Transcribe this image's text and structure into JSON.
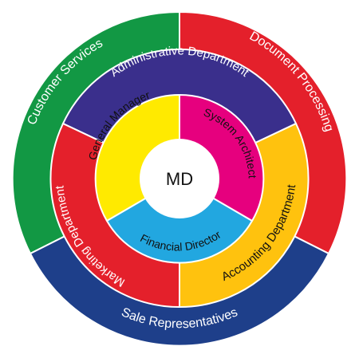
{
  "center": {
    "label": "MD",
    "color": "#ffffff"
  },
  "inner_ring": [
    {
      "label": "General Manager",
      "color": "#ffea00",
      "text_color": "#111111"
    },
    {
      "label": "System Architect",
      "color": "#e6007e",
      "text_color": "#111111"
    },
    {
      "label": "Financial Director",
      "color": "#22a7e0",
      "text_color": "#111111"
    }
  ],
  "middle_ring": [
    {
      "label": "Administrative Department",
      "color": "#3a2f8c",
      "text_color": "#ffffff"
    },
    {
      "label": "Accounting Department",
      "color": "#ffc20e",
      "text_color": "#111111"
    },
    {
      "label": "Marketing Department",
      "color": "#e4202b",
      "text_color": "#ffffff"
    }
  ],
  "outer_ring": [
    {
      "label": "Customer Services",
      "color": "#129844",
      "text_color": "#ffffff"
    },
    {
      "label": "Document Processing",
      "color": "#e4202b",
      "text_color": "#ffffff"
    },
    {
      "label": "Sale Representatives",
      "color": "#1e3f8a",
      "text_color": "#ffffff"
    }
  ]
}
